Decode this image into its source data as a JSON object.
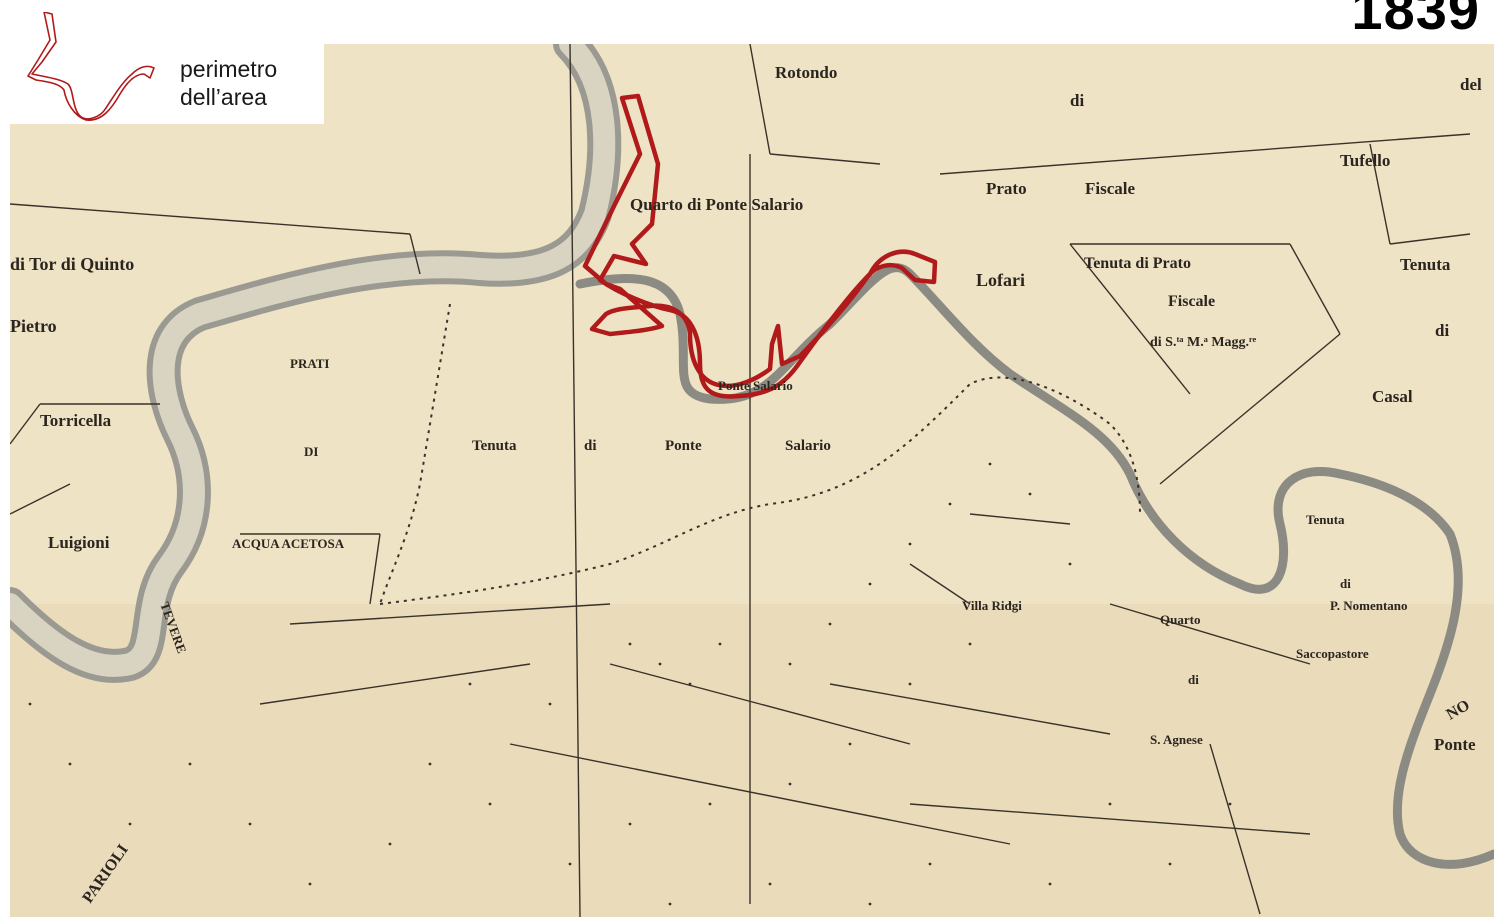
{
  "title": "1839",
  "legend": {
    "perimeter_label_line1": "perimetro",
    "perimeter_label_line2": "dell’area",
    "perimeter_color": "#b01a1a"
  },
  "map": {
    "background_color": "#efe3c5",
    "ink_color": "#2b2520",
    "river_color": "#8b8a84",
    "labels": [
      "Rotondo",
      "di",
      "del",
      "Tufello",
      "Prato",
      "Fiscale",
      "Quarto di Ponte Salario",
      "di Tor di Quinto",
      "Pietro",
      "Lofari",
      "Tenuta di Prato",
      "Fiscale",
      "di S.ᵗᵃ M.ᵃ Magg.ʳᵉ",
      "Tenuta",
      "di",
      "Casal",
      "PRATI",
      "DI",
      "Torricella",
      "Tenuta",
      "di",
      "Ponte",
      "Salario",
      "Ponte Salario",
      "Luigioni",
      "ACQUA ACETOSA",
      "TEVERE",
      "Villa Ridgi",
      "Tenuta",
      "di",
      "P. Nomentano",
      "Quarto",
      "di",
      "Saccopastore",
      "S. Agnese",
      "PARIOLI",
      "Ponte",
      "NO"
    ]
  }
}
